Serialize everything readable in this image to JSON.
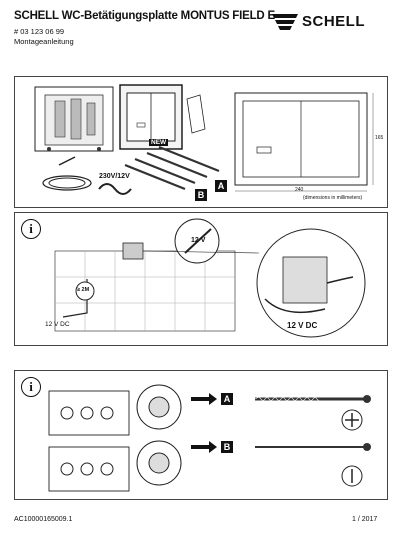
{
  "header": {
    "title": "SCHELL WC-Betätigungsplatte MONTUS FIELD E",
    "article_number": "# 03 123 06 99",
    "subtitle": "Montageanleitung",
    "brand": "SCHELL"
  },
  "panel1": {
    "new_badge": "NEW",
    "power_label": "230V/12V",
    "tag_a": "A",
    "tag_b": "B",
    "dim_width": "240",
    "dim_height": "165",
    "dimensions_note": "(dimensions in millimeters)"
  },
  "panel2": {
    "info_icon": "i",
    "distance": "≥ 2M",
    "voltage_small": "12 V DC",
    "voltage_detail": "12 V",
    "voltage_large": "12 V DC"
  },
  "panel3": {
    "info_icon": "i",
    "tag_a": "A",
    "tag_b": "B"
  },
  "footer": {
    "doc_code": "AC10000165009.1",
    "version": "1 / 2017"
  },
  "colors": {
    "ink": "#111111",
    "panel_border": "#444444",
    "gray_fill": "#d9d9d9"
  }
}
